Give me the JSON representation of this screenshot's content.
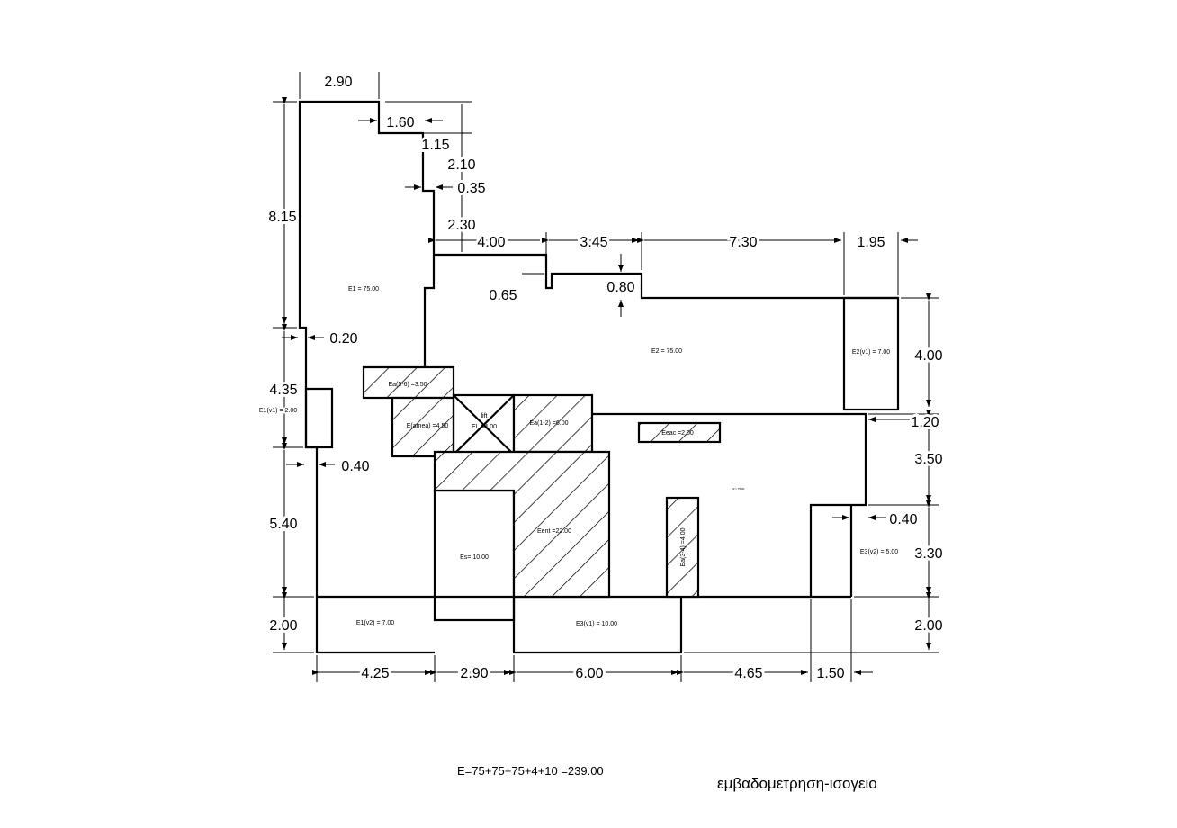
{
  "dimensions": {
    "top_2_90": "2.90",
    "d_1_60": "1.60",
    "d_1_15": "1.15",
    "d_2_10": "2.10",
    "d_0_35": "0.35",
    "d_8_15": "8.15",
    "d_2_30": "2.30",
    "d_4_00_top": "4.00",
    "d_3_45": "3.45",
    "d_7_30": "7.30",
    "d_1_95": "1.95",
    "d_0_65": "0.65",
    "d_0_80": "0.80",
    "d_0_20": "0.20",
    "d_4_00_right": "4.00",
    "d_4_35": "4.35",
    "d_1_20": "1.20",
    "d_0_40_left": "0.40",
    "d_3_50": "3.50",
    "d_5_40": "5.40",
    "d_0_40_right": "0.40",
    "d_3_30": "3.30",
    "d_2_00_left": "2.00",
    "d_2_00_right": "2.00",
    "b_4_25": "4.25",
    "b_2_90": "2.90",
    "b_6_00": "6.00",
    "b_4_65": "4.65",
    "b_1_50": "1.50"
  },
  "areas": {
    "e1": "E1 = 75.00",
    "e2": "E2 = 75.00",
    "e2v1": "E2(v1) = 7.00",
    "e1v1": "E1(v1) = 2.00",
    "ea56": "Ea(5-6) =3.50",
    "eamea": "E(amea) =4.50",
    "lift": "lift",
    "el": "EL =4.00",
    "ea12": "Ea(1-2) =6.00",
    "eeac": "Eeac =2.00",
    "e3": "E3 = 75.00",
    "eent": "Eent =22.00",
    "es": "Es= 10.00",
    "ea34": "Ea(3-4) =4.00",
    "e3v2": "E3(v2) = 5.00",
    "e1v2": "E1(v2) = 7.00",
    "e3v1": "E3(v1) = 10.00"
  },
  "footer": {
    "formula": "E=75+75+75+4+10 =239.00",
    "title": "εμβαδομετρηση-ισογειο"
  }
}
